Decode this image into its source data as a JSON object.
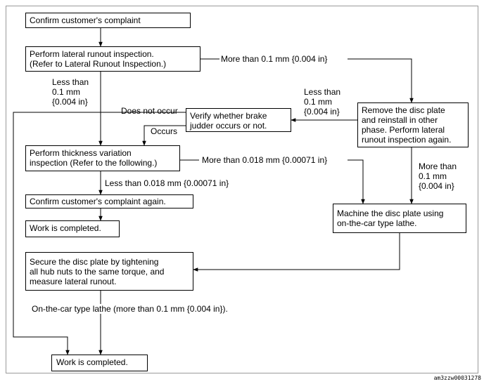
{
  "nodes": {
    "confirm_complaint": "Confirm customer's complaint",
    "lateral_runout": "Perform lateral runout inspection.\n(Refer to Lateral Runout Inspection.)",
    "remove_reinstall": "Remove the disc plate\nand reinstall in other\nphase. Perform lateral\nrunout inspection again.",
    "verify_judder": "Verify whether brake\njudder occurs or not.",
    "thickness_variation": "Perform thickness variation\ninspection (Refer to the following.)",
    "confirm_again": "Confirm customer's complaint again.",
    "work_completed_1": "Work is completed.",
    "machine_disc": "Machine the disc plate using\non-the-car type lathe.",
    "secure_disc": "Secure the disc plate by tightening\nall hub nuts to the same torque, and\nmeasure lateral runout.",
    "work_completed_2": "Work is completed."
  },
  "labels": {
    "more_than_01_a": "More than 0.1 mm {0.004 in}",
    "less_than_01_a": "Less than\n0.1 mm\n{0.004 in}",
    "less_than_01_b": "Less than\n0.1 mm\n{0.004 in}",
    "does_not_occur": "Does not occur",
    "occurs": "Occurs",
    "more_than_0018": "More than 0.018 mm {0.00071 in}",
    "more_than_01_b": "More than\n0.1 mm\n{0.004 in}",
    "less_than_0018": "Less than 0.018 mm {0.00071 in}",
    "lathe_note": "On-the-car type lathe (more than 0.1 mm {0.004 in})."
  },
  "figure_code": "am3zzw00031278"
}
